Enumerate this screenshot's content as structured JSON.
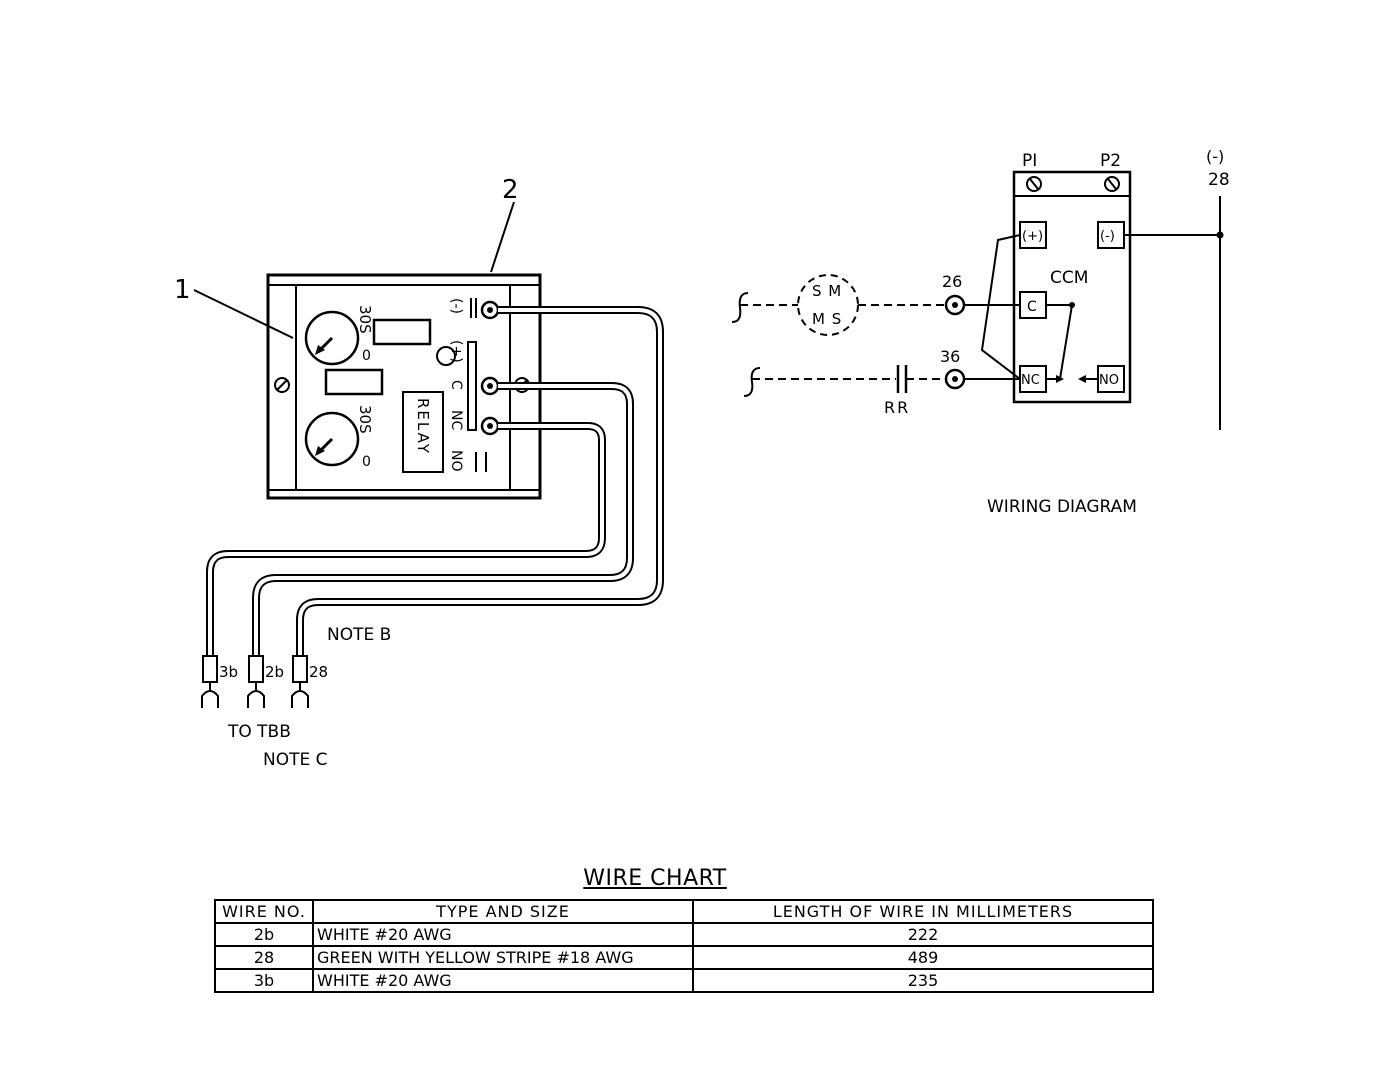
{
  "assembly": {
    "callouts": [
      "1",
      "2"
    ],
    "dial_top": {
      "max": "30S",
      "min": "0"
    },
    "dial_bottom": {
      "max": "30S",
      "min": "0"
    },
    "relay_label": "RELAY",
    "terminals": {
      "minus": "(-)",
      "plus": "(+)",
      "c": "C",
      "nc": "NC",
      "no": "NO"
    },
    "wire_markers": [
      "3b",
      "2b",
      "28"
    ],
    "note_b": "NOTE B",
    "to_tbb": "TO TBB",
    "note_c": "NOTE C"
  },
  "wiring": {
    "title": "WIRING DIAGRAM",
    "p1": "PI",
    "p2": "P2",
    "neg_label": "(-)",
    "neg_wire": "28",
    "ccm": "CCM",
    "term_plus": "(+)",
    "term_minus": "(-)",
    "term_c": "C",
    "term_nc": "NC",
    "term_no": "NO",
    "motor_top": "S M",
    "motor_bottom": "M S",
    "wire_26": "26",
    "wire_36": "36",
    "rr": "RR"
  },
  "wire_chart": {
    "title": "WIRE CHART",
    "headers": [
      "WIRE NO.",
      "TYPE AND SIZE",
      "LENGTH OF WIRE IN MILLIMETERS"
    ],
    "rows": [
      {
        "no": "2b",
        "type": "WHITE #20 AWG",
        "length": "222"
      },
      {
        "no": "28",
        "type": "GREEN WITH YELLOW STRIPE #18 AWG",
        "length": "489"
      },
      {
        "no": "3b",
        "type": "WHITE #20 AWG",
        "length": "235"
      }
    ]
  }
}
